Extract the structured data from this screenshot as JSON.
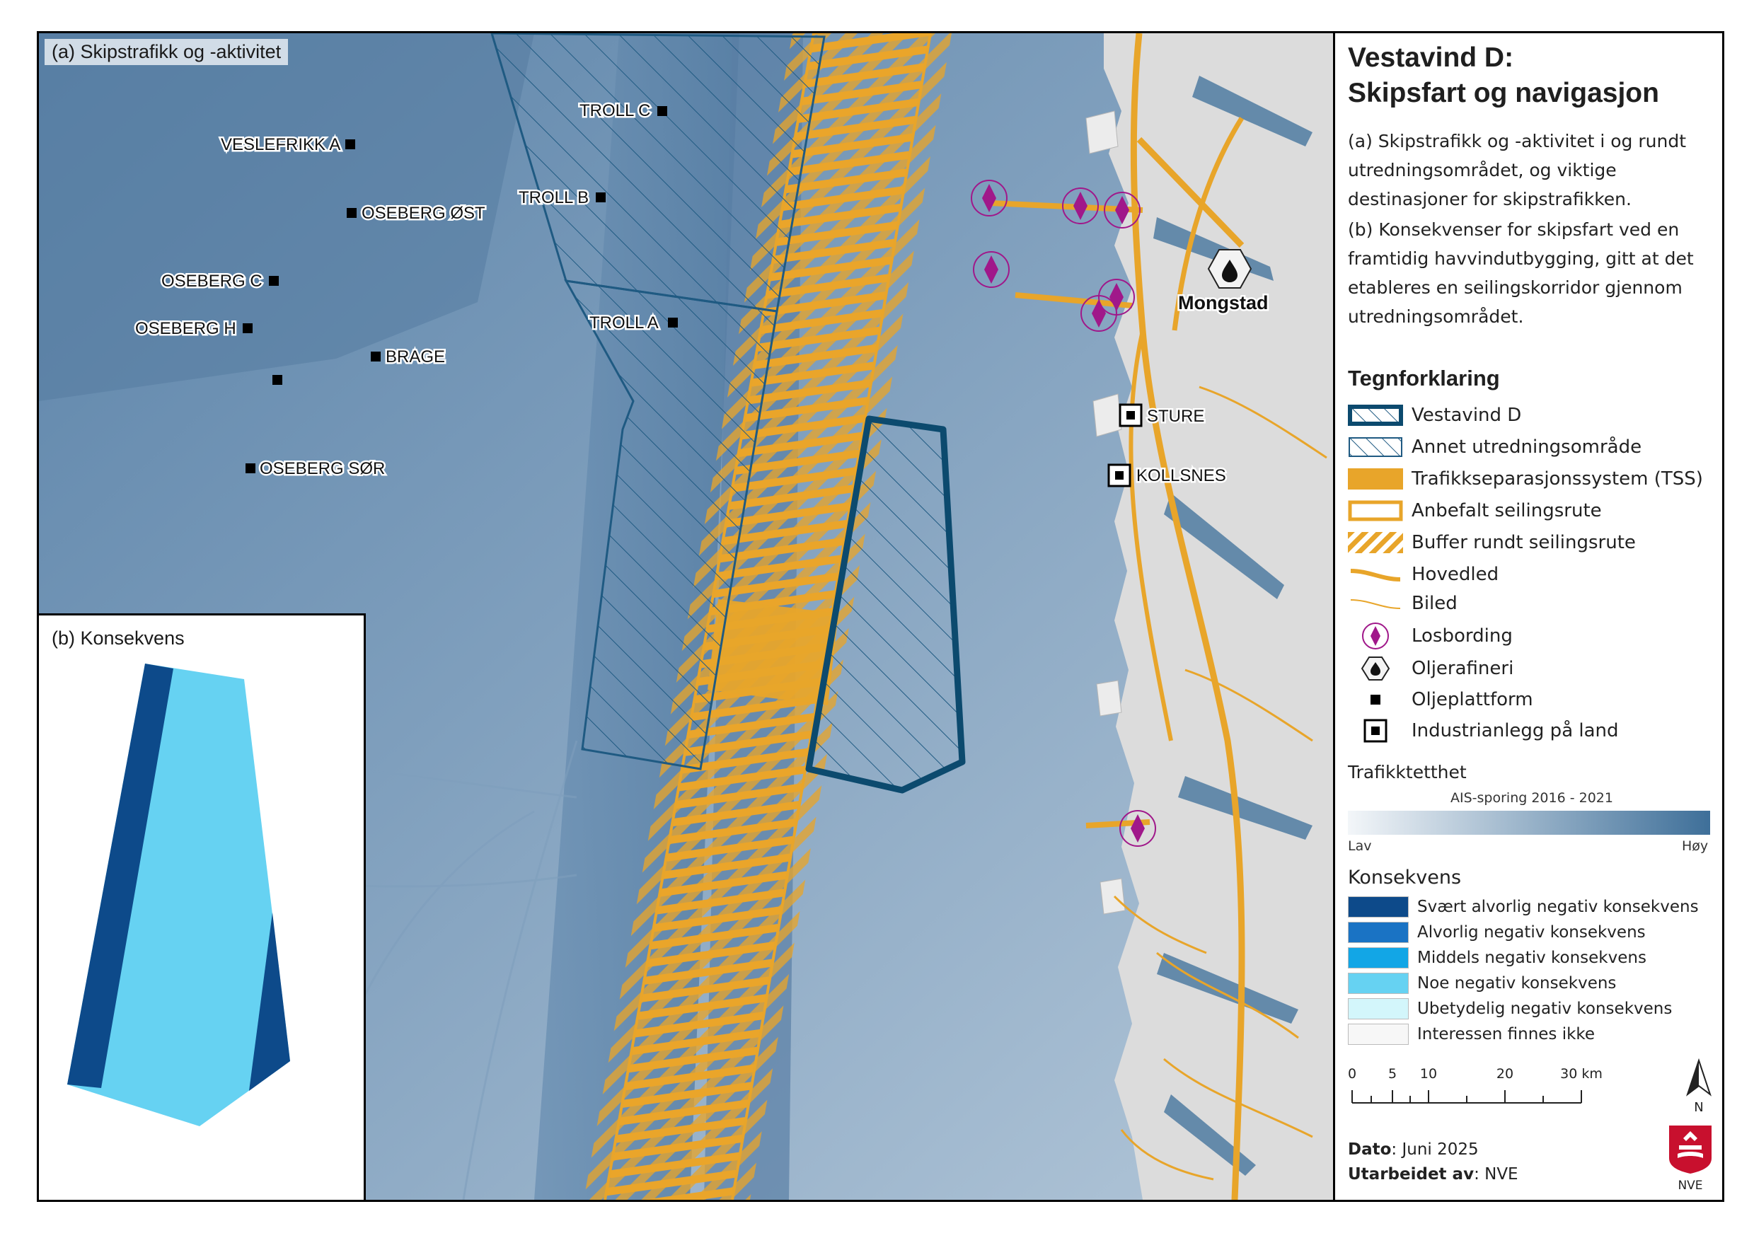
{
  "panel_a_label": "(a) Skipstrafikk og -aktivitet",
  "panel_b_label": "(b) Konsekvens",
  "title_line1": "Vestavind D:",
  "title_line2": "Skipsfart og navigasjon",
  "description_a": "(a) Skipstrafikk og -aktivitet i og rundt utredningsområdet, og viktige destinasjoner for skipstrafikken.",
  "description_b": "(b) Konsekvenser for skipsfart ved en framtidig havvindutbygging, gitt at det etableres en seilingskorridor gjennom utredningsområdet.",
  "legend_title": "Tegnforklaring",
  "legend_items": [
    {
      "label": "Vestavind D"
    },
    {
      "label": "Annet utredningsområde"
    },
    {
      "label": "Trafikkseparasjonssystem (TSS)"
    },
    {
      "label": "Anbefalt seilingsrute"
    },
    {
      "label": "Buffer rundt seilingsrute"
    },
    {
      "label": "Hovedled"
    },
    {
      "label": "Biled"
    },
    {
      "label": "Losbording"
    },
    {
      "label": "Oljerafineri"
    },
    {
      "label": "Oljeplattform"
    },
    {
      "label": "Industrianlegg på land"
    }
  ],
  "density_title": "Trafikktetthet",
  "density_subtitle": "AIS-sporing 2016 - 2021",
  "density_low": "Lav",
  "density_high": "Høy",
  "consequence_title": "Konsekvens",
  "consequence_items": [
    {
      "label": "Svært alvorlig negativ konsekvens",
      "color": "#0d4a8a"
    },
    {
      "label": "Alvorlig negativ konsekvens",
      "color": "#1a73c4"
    },
    {
      "label": "Middels negativ konsekvens",
      "color": "#12a6e6"
    },
    {
      "label": "Noe negativ konsekvens",
      "color": "#66d2f2"
    },
    {
      "label": "Ubetydelig negativ konsekvens",
      "color": "#d3f6fb"
    },
    {
      "label": "Interessen finnes ikke",
      "color": "#f7f7f7"
    }
  ],
  "scale_ticks": [
    "0",
    "5",
    "10",
    "20",
    "30 km"
  ],
  "north_label": "N",
  "date_label": "Dato",
  "date_value": ": Juni 2025",
  "author_label": "Utarbeidet av",
  "author_value": ": NVE",
  "logo_text": "NVE",
  "map_labels": {
    "troll_c": "TROLL C",
    "veslefrikk_a": "VESLEFRIKK A",
    "troll_b": "TROLL B",
    "oseberg_ost": "OSEBERG ØST",
    "oseberg_c": "OSEBERG C",
    "oseberg_h": "OSEBERG H",
    "brage": "BRAGE",
    "troll_a": "TROLL A",
    "oseberg_sor": "OSEBERG SØR",
    "mongstad": "Mongstad",
    "sture": "STURE",
    "kollsnes": "KOLLSNES"
  },
  "colors": {
    "sea_deep": "#5d84a8",
    "sea_light": "#a9bfd2",
    "tss": "#e8a52a",
    "vestavind_outline": "#0c4a6e",
    "losbording": "#a0188a"
  }
}
